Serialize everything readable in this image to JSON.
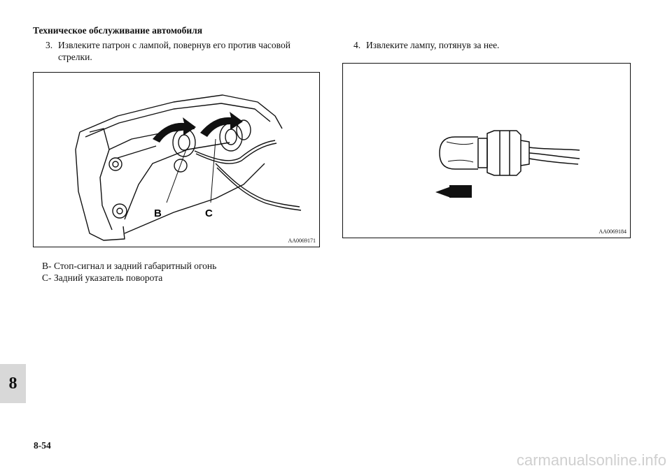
{
  "header": {
    "title": "Техническое обслуживание автомобиля"
  },
  "steps": [
    {
      "number": "3.",
      "line1": "Извлеките патрон с лампой, повернув его против часовой",
      "line2": "стрелки."
    },
    {
      "number": "4.",
      "line1": "Извлеките лампу, потянув за нее."
    }
  ],
  "figures": [
    {
      "code": "AA0069171",
      "labels": [
        "B",
        "C"
      ]
    },
    {
      "code": "AA0069184"
    }
  ],
  "callouts": [
    {
      "letter": "B-",
      "text": "Стоп-сигнал и задний габаритный огонь"
    },
    {
      "letter": "C-",
      "text": "Задний указатель поворота"
    }
  ],
  "section_tab": "8",
  "page_number": "8-54",
  "watermark": "carmanualsonline.info"
}
